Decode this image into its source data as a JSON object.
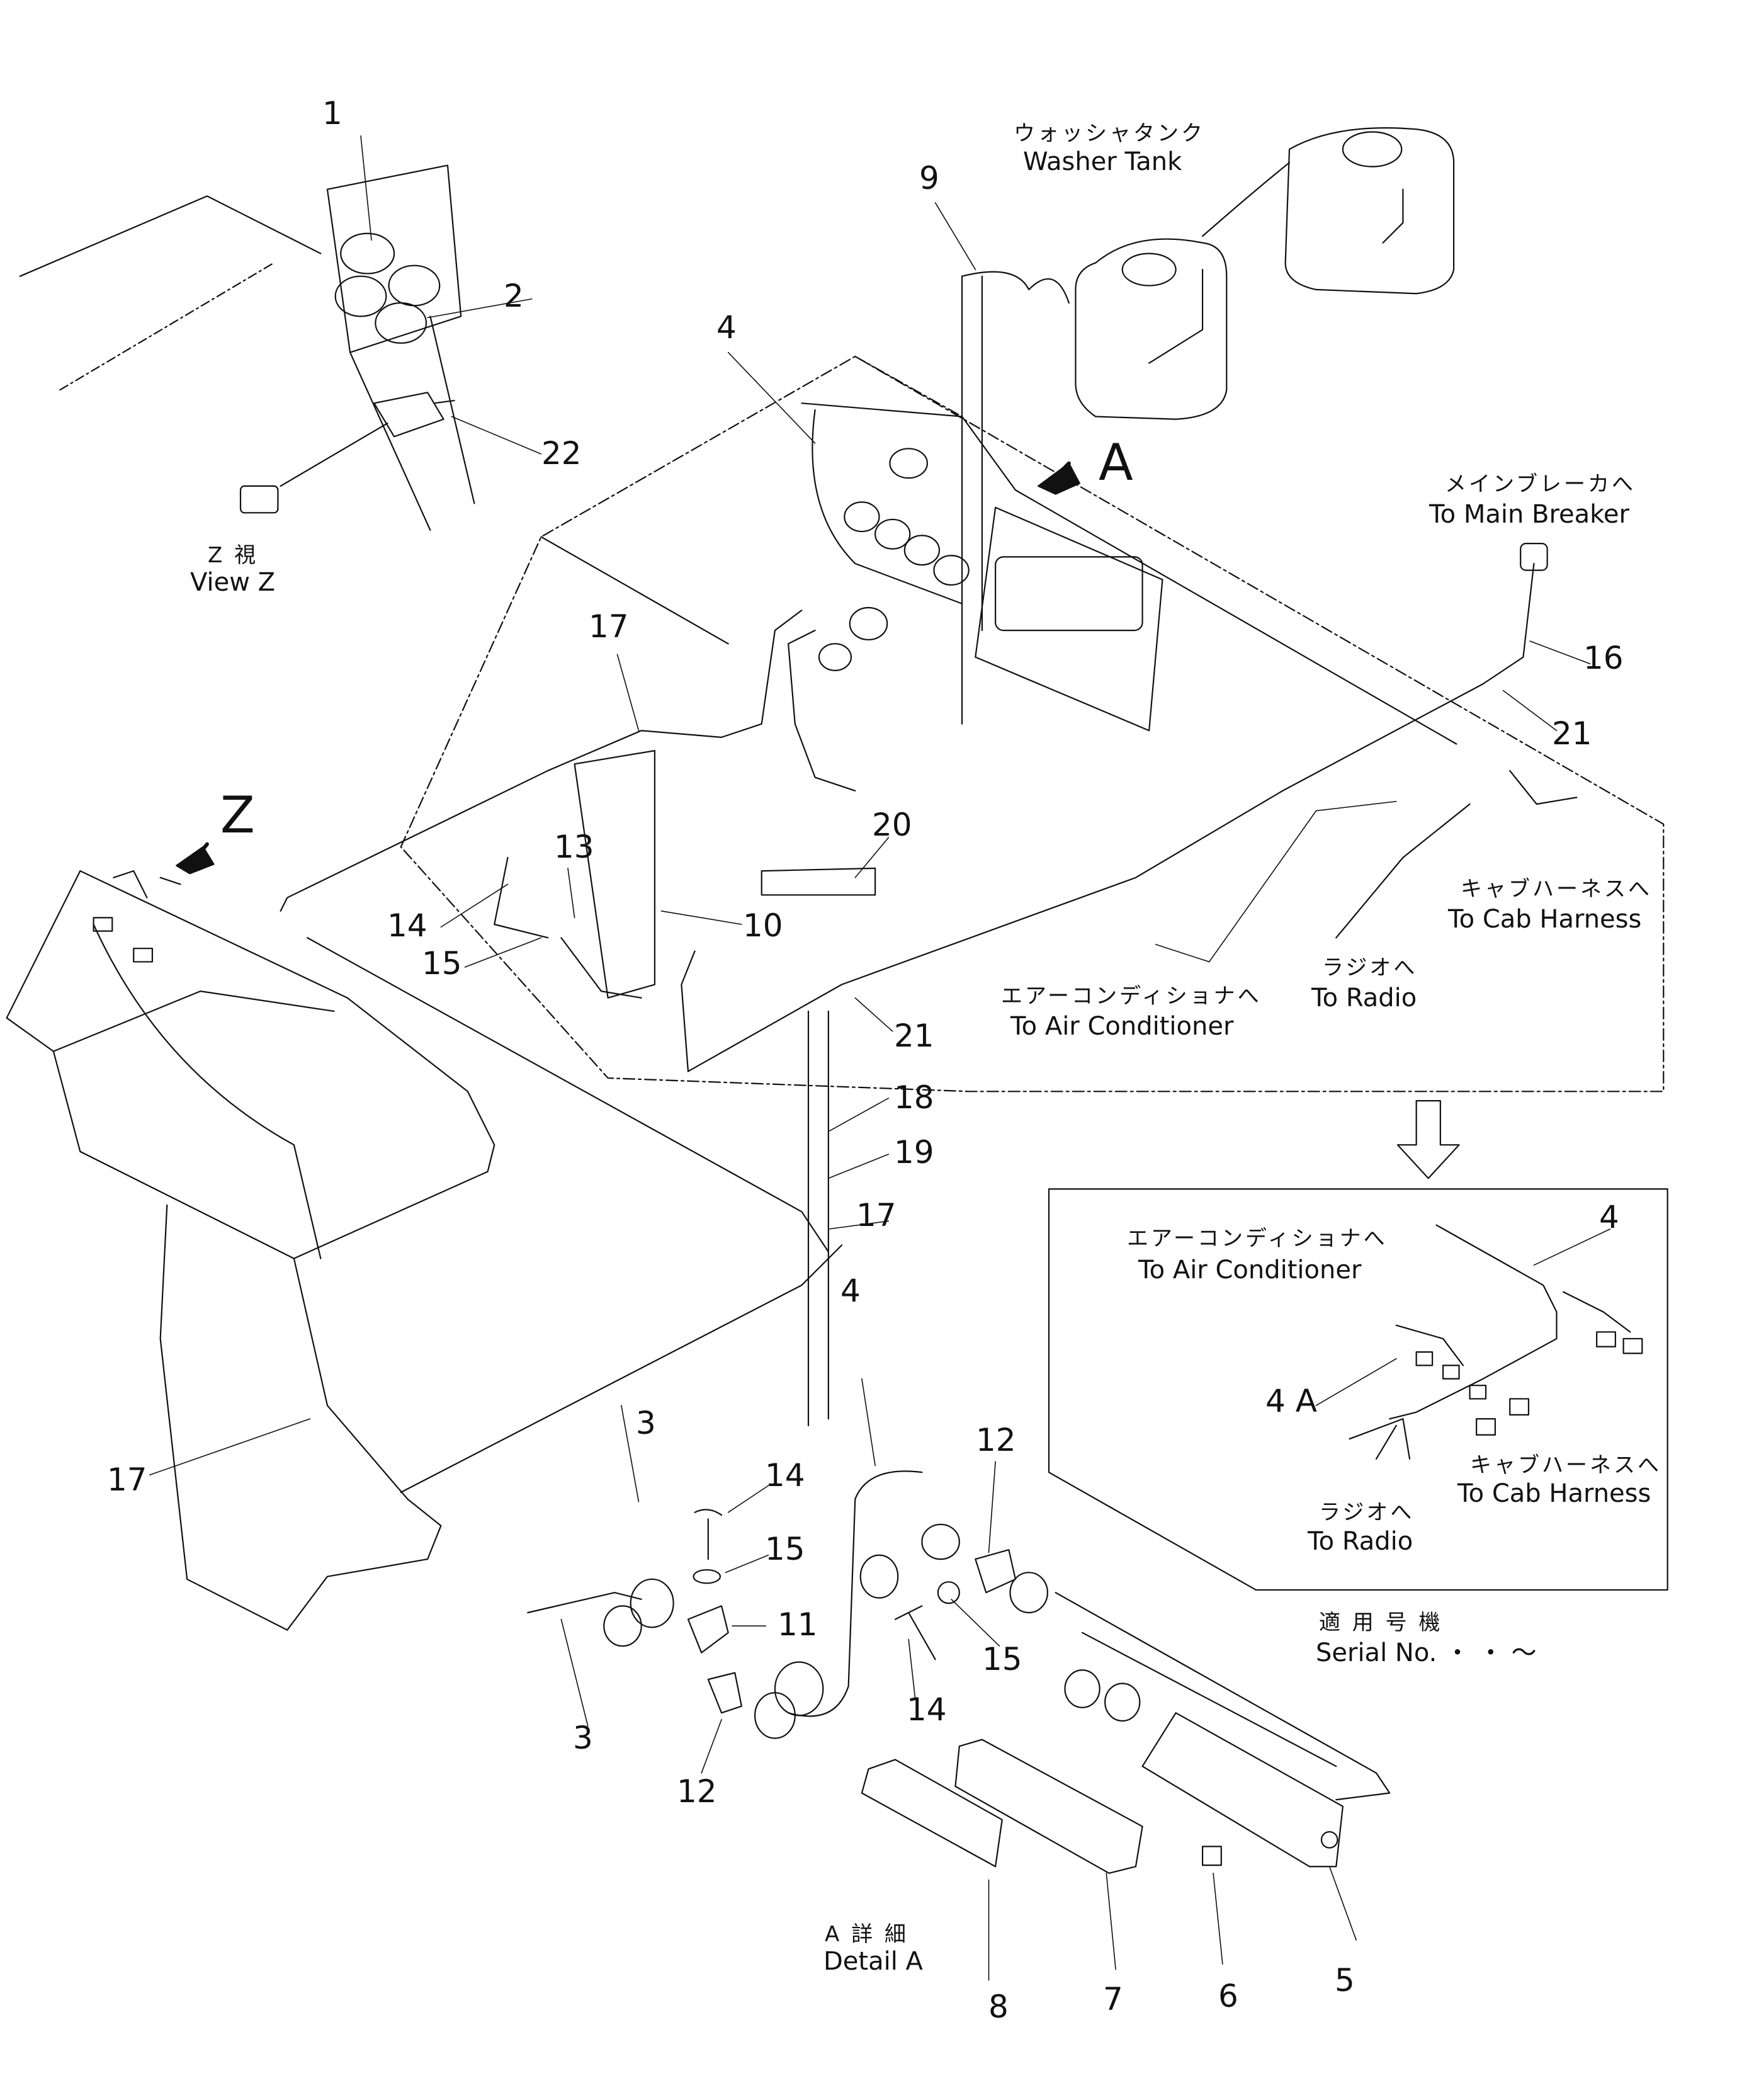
{
  "part_numbers": [
    "1",
    "2",
    "3",
    "4",
    "5",
    "6",
    "7",
    "8",
    "9",
    "10",
    "11",
    "12",
    "13",
    "14",
    "15",
    "16",
    "17",
    "18",
    "19",
    "20",
    "21",
    "22"
  ],
  "refs": {
    "n4_a": "4",
    "n4_b": "4",
    "n4_c": "4",
    "n4a": "4 A",
    "n17_a": "17",
    "n17_b": "17",
    "n17_c": "17",
    "n21_a": "21",
    "n21_b": "21",
    "n14_a": "14",
    "n14_b": "14",
    "n14_c": "14",
    "n15_a": "15",
    "n15_b": "15",
    "n15_c": "15",
    "n12_a": "12",
    "n12_b": "12",
    "n3_a": "3",
    "n3_b": "3"
  },
  "letters": {
    "a": "A",
    "z": "Z"
  },
  "labels": {
    "washer_jp": "ウォッシャタンク",
    "washer_en": "Washer Tank",
    "breaker_jp": "メインブレーカへ",
    "breaker_en": "To Main Breaker",
    "viewz_jp": "Z 視",
    "viewz_en": "View Z",
    "cab_jp": "キャブハーネスへ",
    "cab_en": "To Cab Harness",
    "radio_jp": "ラジオへ",
    "radio_en": "To Radio",
    "air_jp": "エアーコンディショナへ",
    "air_en": "To Air Conditioner",
    "detail_jp": "A 詳 細",
    "detail_en": "Detail A",
    "serial_jp": "適 用 号 機",
    "serial_en": "Serial No.  ・ ・  ～"
  },
  "icons": [
    "arrow-a-icon",
    "arrow-z-icon",
    "hollow-down-arrow-icon"
  ],
  "colors": {
    "ink": "#111111",
    "paper": "#ffffff"
  }
}
